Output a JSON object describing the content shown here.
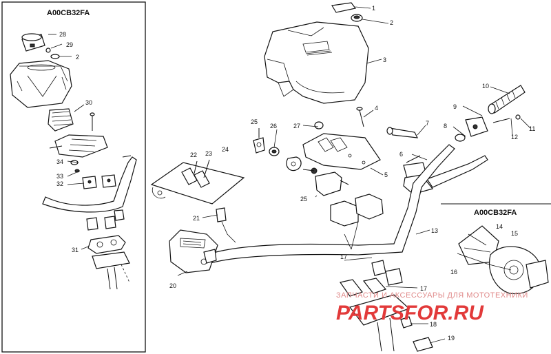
{
  "inset_left": {
    "title": "A00CB32FA"
  },
  "inset_right": {
    "title": "A00CB32FA"
  },
  "callouts": [
    "1",
    "2",
    "3",
    "4",
    "5",
    "6",
    "7",
    "8",
    "9",
    "10",
    "11",
    "12",
    "13",
    "14",
    "15",
    "16",
    "17",
    "17",
    "18",
    "19",
    "20",
    "21",
    "22",
    "23",
    "24",
    "25",
    "25",
    "26",
    "27",
    "28",
    "29",
    "2",
    "30",
    "31",
    "32",
    "33",
    "34"
  ],
  "watermark": {
    "line1": "ЗАПЧАСТИ И АКСЕССУАРЫ ДЛЯ МОТОТЕХНИКИ",
    "line2": "PARTSFOR.RU",
    "color": "#e23a3a"
  }
}
